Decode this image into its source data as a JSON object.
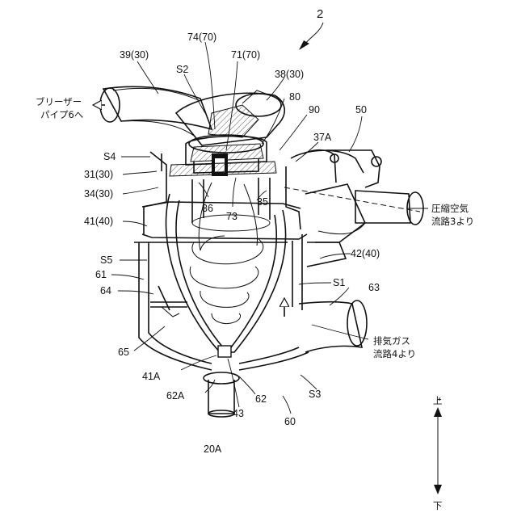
{
  "figure_number": "2",
  "labels": {
    "l_39_30": "39(30)",
    "l_74_70": "74(70)",
    "l_s2": "S2",
    "l_71_70": "71(70)",
    "l_38_30": "38(30)",
    "l_80": "80",
    "l_90": "90",
    "l_50": "50",
    "l_37a": "37A",
    "l_s4": "S4",
    "l_31_30": "31(30)",
    "l_34_30": "34(30)",
    "l_36": "36",
    "l_73": "73",
    "l_35": "35",
    "l_41_40": "41(40)",
    "l_42_40": "42(40)",
    "l_s5": "S5",
    "l_61": "61",
    "l_64": "64",
    "l_s1": "S1",
    "l_63": "63",
    "l_65": "65",
    "l_41a": "41A",
    "l_62a": "62A",
    "l_62": "62",
    "l_43": "43",
    "l_s3": "S3",
    "l_60": "60",
    "l_20a": "20A"
  },
  "flow_notes": {
    "breather_line1": "ブリーザー",
    "breather_line2": "パイプ6へ",
    "compressed_line1": "圧縮空気",
    "compressed_line2": "流路3より",
    "exhaust_line1": "排気ガス",
    "exhaust_line2": "流路4より"
  },
  "direction": {
    "up": "上",
    "down": "下"
  }
}
